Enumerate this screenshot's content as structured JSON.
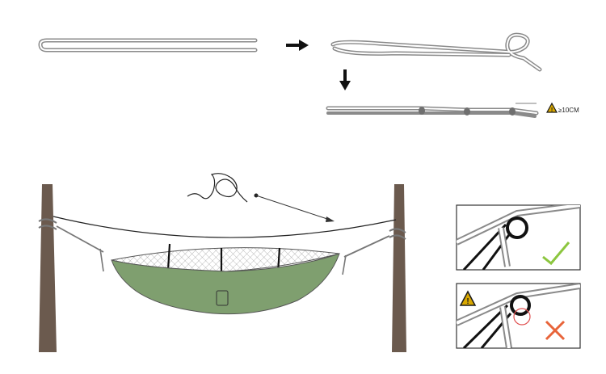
{
  "knot_step": {
    "measure_label": "≥10CM"
  },
  "illustration": {
    "tree_color": "#6b5a4e",
    "net_color": "#8a8a8a",
    "hammock_color": "#7f9f6f",
    "correct_mark_color": "#8cc63f",
    "wrong_mark_color": "#e8643a",
    "warning_color": "#1a1a1a",
    "warning_sign_color": "#d9a800"
  },
  "panels": [
    {
      "name": "correct-attachment",
      "result": "correct"
    },
    {
      "name": "wrong-attachment",
      "result": "wrong"
    }
  ]
}
